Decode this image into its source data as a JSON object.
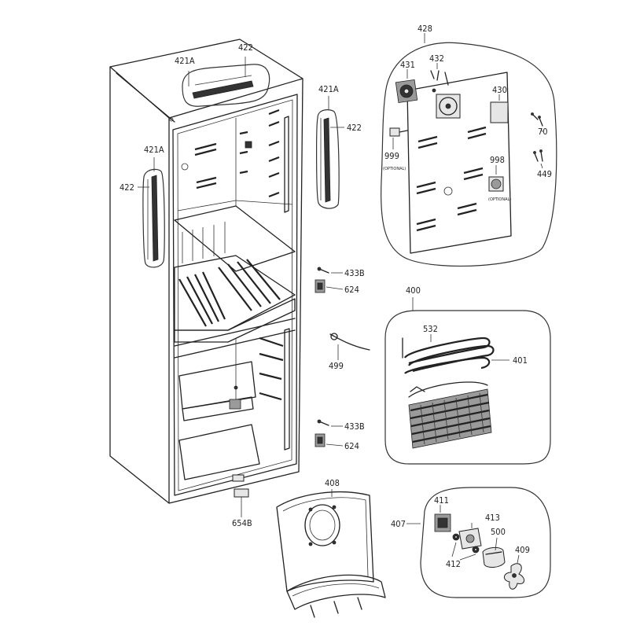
{
  "labels": {
    "p428": "428",
    "p431": "431",
    "p432": "432",
    "p430": "430",
    "p70": "70",
    "p999": "999",
    "p999_note": "(OPTIONAL)",
    "p998": "998",
    "p998_note": "(OPTIONAL)",
    "p449": "449",
    "p421a_top": "421A",
    "p422_top": "422",
    "p421a_right": "421A",
    "p422_right": "422",
    "p421a_left": "421A",
    "p422_left": "422",
    "p433b_upper": "433B",
    "p624_upper": "624",
    "p499": "499",
    "p433b_lower": "433B",
    "p624_lower": "624",
    "p654b": "654B",
    "p400": "400",
    "p532": "532",
    "p401": "401",
    "p408": "408",
    "p407": "407",
    "p411": "411",
    "p413": "413",
    "p500": "500",
    "p412": "412",
    "p409": "409"
  }
}
